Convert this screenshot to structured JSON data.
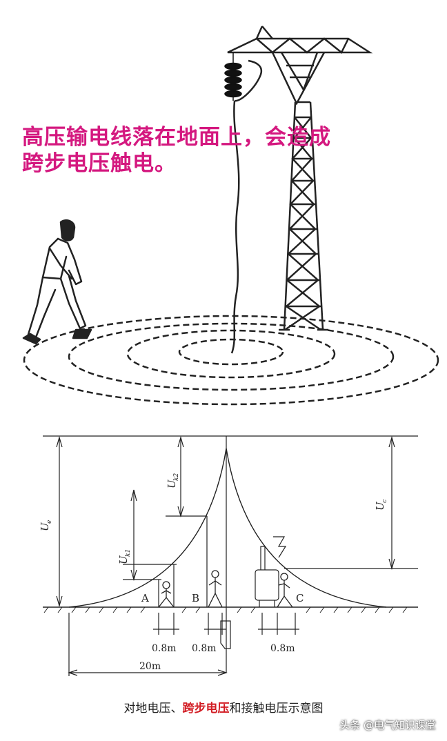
{
  "top_caption": {
    "line1": "高压输电线落在地面上，会造成",
    "line2": "跨步电压触电。"
  },
  "diagram_labels": {
    "point_a": "A",
    "point_b": "B",
    "point_c": "C",
    "ue": "U",
    "ue_sub": "e",
    "uk2": "U",
    "uk2_sub": "k2",
    "uk1": "U",
    "uk1_sub": "k1",
    "uc": "U",
    "uc_sub": "c",
    "dim_a": "0.8m",
    "dim_b": "0.8m",
    "dim_c": "0.8m",
    "dim_total": "20m"
  },
  "bottom_caption": {
    "part1": "对地电压、",
    "highlight": "跨步电压",
    "part2": "和接触电压示意图"
  },
  "watermark": "头条 @电气知识课堂",
  "colors": {
    "caption_magenta": "#d4187f",
    "highlight_red": "#d21d24",
    "line": "#222222"
  }
}
